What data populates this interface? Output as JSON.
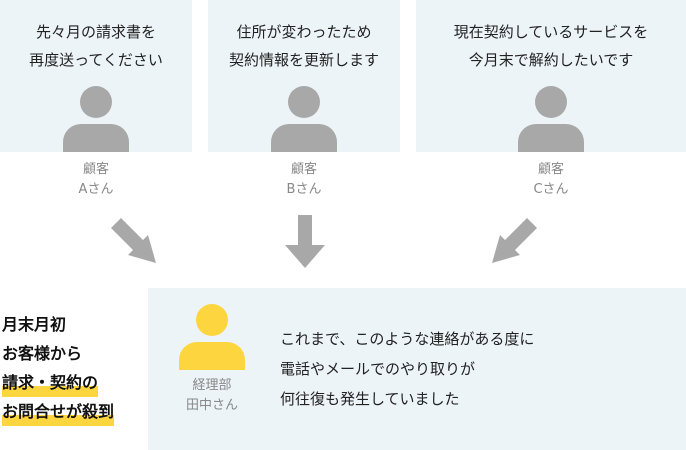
{
  "customers": [
    {
      "request_lines": [
        "先々月の請求書を",
        "再度送ってください"
      ],
      "label_lines": [
        "顧客",
        "Aさん"
      ]
    },
    {
      "request_lines": [
        "住所が変わったため",
        "契約情報を更新します"
      ],
      "label_lines": [
        "顧客",
        "Bさん"
      ]
    },
    {
      "request_lines": [
        "現在契約しているサービスを",
        "今月末で解約したいです"
      ],
      "label_lines": [
        "顧客",
        "Cさん"
      ]
    }
  ],
  "staff": {
    "label_lines": [
      "経理部",
      "田中さん"
    ],
    "message_lines": [
      "これまで、このような連絡がある度に",
      "電話やメールでのやり取りが",
      "何往復も発生していました"
    ]
  },
  "callout": {
    "lines": [
      "月末月初",
      "お客様から",
      "請求・契約の",
      "お問合せが殺到"
    ]
  },
  "colors": {
    "panel": "#edf4f8",
    "icon_gray": "#a8a8a8",
    "accent_yellow": "#fdd53f",
    "arrow": "#a8a8a8"
  }
}
